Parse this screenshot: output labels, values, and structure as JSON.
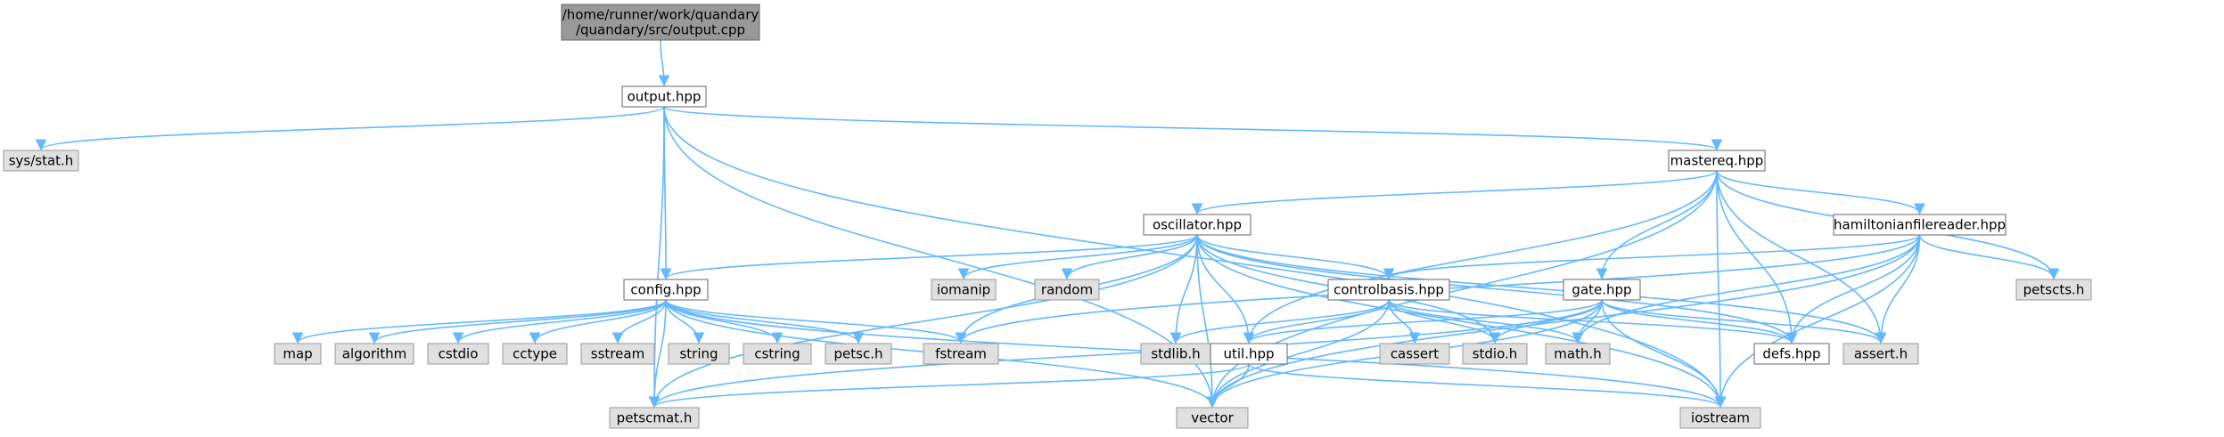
{
  "diagram": {
    "nodes": [
      {
        "id": "root",
        "label": [
          "/home/runner/work/quandary",
          "/quandary/src/output.cpp"
        ],
        "style": "root"
      },
      {
        "id": "output_hpp",
        "label": [
          "output.hpp"
        ],
        "style": "local"
      },
      {
        "id": "sys_stat_h",
        "label": [
          "sys/stat.h"
        ],
        "style": "system"
      },
      {
        "id": "config_hpp",
        "label": [
          "config.hpp"
        ],
        "style": "local"
      },
      {
        "id": "mastereq_hpp",
        "label": [
          "mastereq.hpp"
        ],
        "style": "local"
      },
      {
        "id": "oscillator_hpp",
        "label": [
          "oscillator.hpp"
        ],
        "style": "local"
      },
      {
        "id": "hamiltonianfilereader_hpp",
        "label": [
          "hamiltonianfilereader.hpp"
        ],
        "style": "local"
      },
      {
        "id": "iomanip",
        "label": [
          "iomanip"
        ],
        "style": "system"
      },
      {
        "id": "random",
        "label": [
          "random"
        ],
        "style": "system"
      },
      {
        "id": "controlbasis_hpp",
        "label": [
          "controlbasis.hpp"
        ],
        "style": "local"
      },
      {
        "id": "gate_hpp",
        "label": [
          "gate.hpp"
        ],
        "style": "local"
      },
      {
        "id": "petscts_h",
        "label": [
          "petscts.h"
        ],
        "style": "system"
      },
      {
        "id": "map",
        "label": [
          "map"
        ],
        "style": "system"
      },
      {
        "id": "algorithm",
        "label": [
          "algorithm"
        ],
        "style": "system"
      },
      {
        "id": "cstdio",
        "label": [
          "cstdio"
        ],
        "style": "system"
      },
      {
        "id": "cctype",
        "label": [
          "cctype"
        ],
        "style": "system"
      },
      {
        "id": "sstream",
        "label": [
          "sstream"
        ],
        "style": "system"
      },
      {
        "id": "string",
        "label": [
          "string"
        ],
        "style": "system"
      },
      {
        "id": "cstring",
        "label": [
          "cstring"
        ],
        "style": "system"
      },
      {
        "id": "petsc_h",
        "label": [
          "petsc.h"
        ],
        "style": "system"
      },
      {
        "id": "fstream",
        "label": [
          "fstream"
        ],
        "style": "system"
      },
      {
        "id": "stdlib_h",
        "label": [
          "stdlib.h"
        ],
        "style": "system"
      },
      {
        "id": "util_hpp",
        "label": [
          "util.hpp"
        ],
        "style": "local"
      },
      {
        "id": "cassert",
        "label": [
          "cassert"
        ],
        "style": "system"
      },
      {
        "id": "stdio_h",
        "label": [
          "stdio.h"
        ],
        "style": "system"
      },
      {
        "id": "math_h",
        "label": [
          "math.h"
        ],
        "style": "system"
      },
      {
        "id": "defs_hpp",
        "label": [
          "defs.hpp"
        ],
        "style": "local"
      },
      {
        "id": "assert_h",
        "label": [
          "assert.h"
        ],
        "style": "system"
      },
      {
        "id": "petscmat_h",
        "label": [
          "petscmat.h"
        ],
        "style": "system"
      },
      {
        "id": "vector",
        "label": [
          "vector"
        ],
        "style": "system"
      },
      {
        "id": "iostream",
        "label": [
          "iostream"
        ],
        "style": "system"
      }
    ],
    "edges": [
      [
        "root",
        "output_hpp"
      ],
      [
        "output_hpp",
        "sys_stat_h"
      ],
      [
        "output_hpp",
        "config_hpp"
      ],
      [
        "output_hpp",
        "mastereq_hpp"
      ],
      [
        "output_hpp",
        "petscmat_h"
      ],
      [
        "output_hpp",
        "vector"
      ],
      [
        "output_hpp",
        "iostream"
      ],
      [
        "mastereq_hpp",
        "oscillator_hpp"
      ],
      [
        "mastereq_hpp",
        "hamiltonianfilereader_hpp"
      ],
      [
        "mastereq_hpp",
        "gate_hpp"
      ],
      [
        "mastereq_hpp",
        "petscts_h"
      ],
      [
        "mastereq_hpp",
        "util_hpp"
      ],
      [
        "mastereq_hpp",
        "defs_hpp"
      ],
      [
        "mastereq_hpp",
        "assert_h"
      ],
      [
        "mastereq_hpp",
        "vector"
      ],
      [
        "mastereq_hpp",
        "iostream"
      ],
      [
        "oscillator_hpp",
        "config_hpp"
      ],
      [
        "oscillator_hpp",
        "iomanip"
      ],
      [
        "oscillator_hpp",
        "random"
      ],
      [
        "oscillator_hpp",
        "controlbasis_hpp"
      ],
      [
        "oscillator_hpp",
        "fstream"
      ],
      [
        "oscillator_hpp",
        "stdlib_h"
      ],
      [
        "oscillator_hpp",
        "util_hpp"
      ],
      [
        "oscillator_hpp",
        "stdio_h"
      ],
      [
        "oscillator_hpp",
        "defs_hpp"
      ],
      [
        "oscillator_hpp",
        "assert_h"
      ],
      [
        "oscillator_hpp",
        "petscmat_h"
      ],
      [
        "oscillator_hpp",
        "vector"
      ],
      [
        "oscillator_hpp",
        "iostream"
      ],
      [
        "hamiltonianfilereader_hpp",
        "controlbasis_hpp"
      ],
      [
        "hamiltonianfilereader_hpp",
        "fstream"
      ],
      [
        "hamiltonianfilereader_hpp",
        "math_h"
      ],
      [
        "hamiltonianfilereader_hpp",
        "defs_hpp"
      ],
      [
        "hamiltonianfilereader_hpp",
        "assert_h"
      ],
      [
        "hamiltonianfilereader_hpp",
        "petscts_h"
      ],
      [
        "hamiltonianfilereader_hpp",
        "vector"
      ],
      [
        "hamiltonianfilereader_hpp",
        "iostream"
      ],
      [
        "config_hpp",
        "map"
      ],
      [
        "config_hpp",
        "algorithm"
      ],
      [
        "config_hpp",
        "cstdio"
      ],
      [
        "config_hpp",
        "cctype"
      ],
      [
        "config_hpp",
        "sstream"
      ],
      [
        "config_hpp",
        "string"
      ],
      [
        "config_hpp",
        "cstring"
      ],
      [
        "config_hpp",
        "petsc_h"
      ],
      [
        "config_hpp",
        "fstream"
      ],
      [
        "config_hpp",
        "vector"
      ],
      [
        "config_hpp",
        "petscmat_h"
      ],
      [
        "config_hpp",
        "iostream"
      ],
      [
        "controlbasis_hpp",
        "stdlib_h"
      ],
      [
        "controlbasis_hpp",
        "util_hpp"
      ],
      [
        "controlbasis_hpp",
        "cassert"
      ],
      [
        "controlbasis_hpp",
        "stdio_h"
      ],
      [
        "controlbasis_hpp",
        "math_h"
      ],
      [
        "controlbasis_hpp",
        "defs_hpp"
      ],
      [
        "controlbasis_hpp",
        "vector"
      ],
      [
        "gate_hpp",
        "util_hpp"
      ],
      [
        "gate_hpp",
        "stdio_h"
      ],
      [
        "gate_hpp",
        "math_h"
      ],
      [
        "gate_hpp",
        "defs_hpp"
      ],
      [
        "gate_hpp",
        "assert_h"
      ],
      [
        "gate_hpp",
        "petscmat_h"
      ],
      [
        "gate_hpp",
        "vector"
      ],
      [
        "gate_hpp",
        "iostream"
      ],
      [
        "util_hpp",
        "petscmat_h"
      ],
      [
        "util_hpp",
        "vector"
      ],
      [
        "util_hpp",
        "iostream"
      ]
    ],
    "colors": {
      "root_fill": "#999999",
      "system_fill": "#e0e0e0",
      "local_fill": "#ffffff",
      "border": "#666666",
      "system_border": "#999999",
      "edge": "#63b8ff"
    }
  }
}
